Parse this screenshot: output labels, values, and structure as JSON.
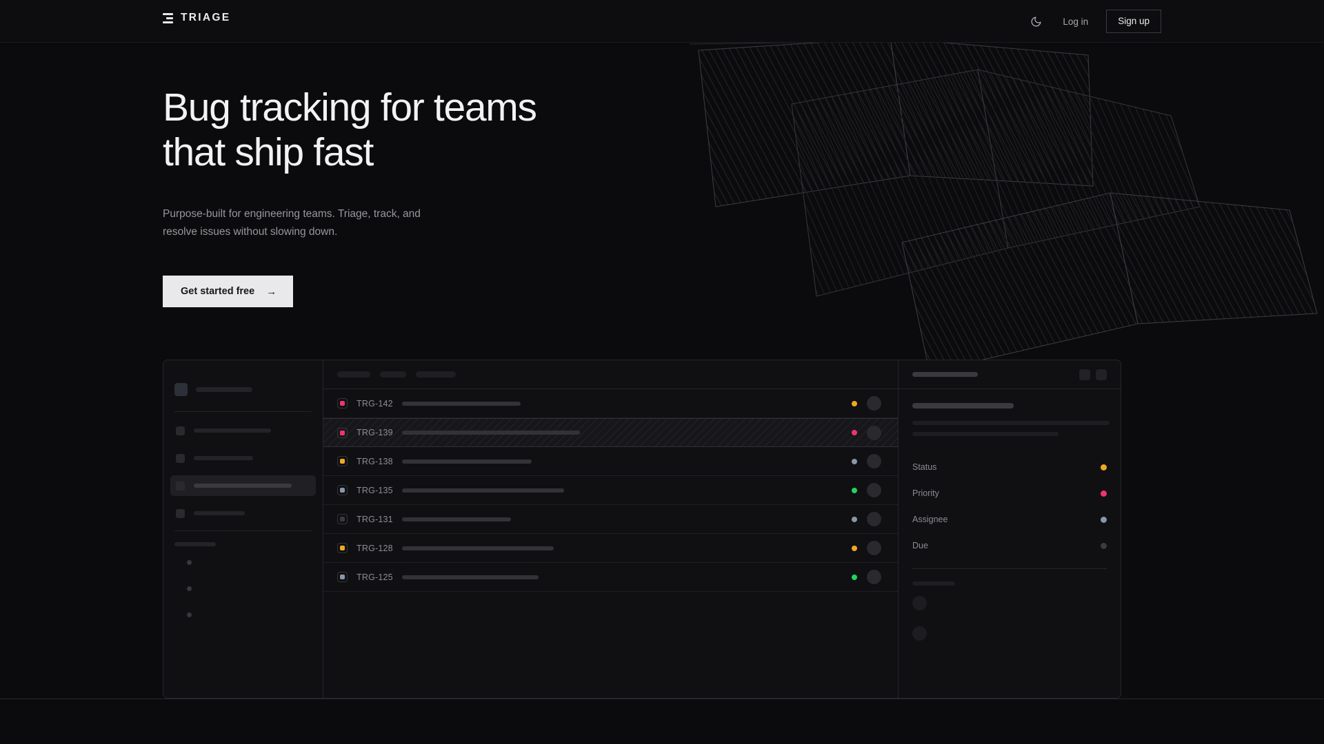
{
  "theme": {
    "bg": "#0b0b0d",
    "panel": "#101013",
    "border": "#26262b",
    "accent_amber": "#f0a722",
    "accent_rose": "#f0356b",
    "accent_green": "#22d45e",
    "accent_slate": "#8a97a8",
    "accent_muted": "#3a3a40",
    "text_primary": "#f2f2f4",
    "text_muted": "#97979d"
  },
  "nav": {
    "brand": "TRIAGE",
    "brand_icon": "stacked-bars-logo-icon",
    "theme_toggle_icon": "moon-icon",
    "login_label": "Log in",
    "signup_label": "Sign up"
  },
  "hero": {
    "heading": "Bug tracking for teams\nthat ship fast",
    "subheading": "Purpose-built for engineering teams. Triage, track, and\nresolve issues without slowing down.",
    "cta_label": "Get started free",
    "cta_arrow": "→"
  },
  "mockup": {
    "sidebar": {
      "nav_items": [
        {
          "active": false
        },
        {
          "active": false
        },
        {
          "active": true
        },
        {
          "active": false
        }
      ],
      "project_count": 3
    },
    "toolbar": {
      "pill_widths": [
        48,
        38,
        58
      ]
    },
    "issues": [
      {
        "key": "TRG-142",
        "priority_color": "#f0356b",
        "status_color": "#f0a722",
        "title_width": 172,
        "selected": false
      },
      {
        "key": "TRG-139",
        "priority_color": "#f0356b",
        "status_color": "#f0356b",
        "title_width": 258,
        "selected": true
      },
      {
        "key": "TRG-138",
        "priority_color": "#f0a722",
        "status_color": "#8a97a8",
        "title_width": 188,
        "selected": false
      },
      {
        "key": "TRG-135",
        "priority_color": "#8a97a8",
        "status_color": "#22d45e",
        "title_width": 235,
        "selected": false
      },
      {
        "key": "TRG-131",
        "priority_color": "#3a3a40",
        "status_color": "#8a97a8",
        "title_width": 158,
        "selected": false
      },
      {
        "key": "TRG-128",
        "priority_color": "#f0a722",
        "status_color": "#f0a722",
        "title_width": 220,
        "selected": false
      },
      {
        "key": "TRG-125",
        "priority_color": "#8a97a8",
        "status_color": "#22d45e",
        "title_width": 198,
        "selected": false
      }
    ],
    "detail": {
      "title_skeleton_width": 95,
      "heading_skeleton_width": 147,
      "body_line_widths": [
        286,
        212
      ],
      "meta": [
        {
          "label": "Status",
          "dot_color": "#f0a722"
        },
        {
          "label": "Priority",
          "dot_color": "#f0356b"
        },
        {
          "label": "Assignee",
          "dot_color": "#8a97a8"
        },
        {
          "label": "Due",
          "dot_color": "#3a3a40"
        }
      ],
      "activity_label_width": 62,
      "activity_count": 2
    }
  }
}
